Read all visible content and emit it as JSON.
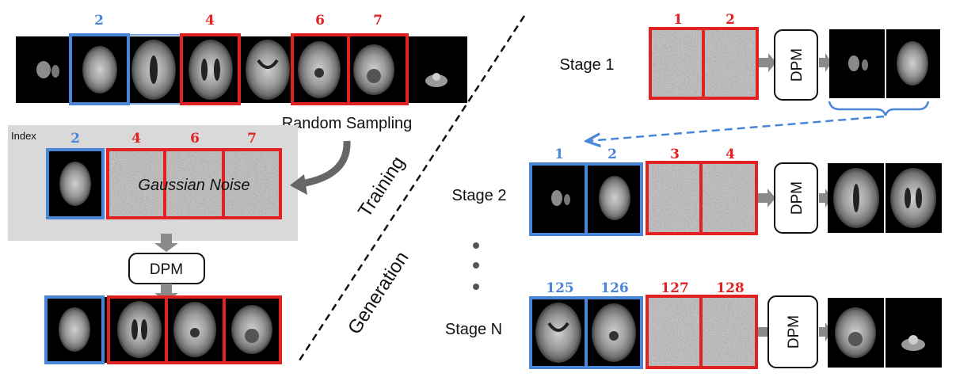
{
  "colors": {
    "known": "#4a86d8",
    "noise": "#e02222",
    "arrow": "#8a8a8a",
    "panel": "#d9d9d9"
  },
  "training": {
    "strip_indices": [
      "2",
      "4",
      "6",
      "7"
    ],
    "random_sampling": "Random Sampling",
    "index_label": "Index",
    "sample_indices": [
      "2",
      "4",
      "6",
      "7"
    ],
    "noise_label": "Gaussian Noise",
    "dpm": "DPM"
  },
  "diagonal": {
    "training": "Training",
    "generation": "Generation"
  },
  "stages": [
    {
      "label": "Stage 1",
      "known": [],
      "noise": [
        "1",
        "2"
      ],
      "dpm": "DPM"
    },
    {
      "label": "Stage 2",
      "known": [
        "1",
        "2"
      ],
      "noise": [
        "3",
        "4"
      ],
      "dpm": "DPM"
    },
    {
      "label": "Stage N",
      "known": [
        "125",
        "126"
      ],
      "noise": [
        "127",
        "128"
      ],
      "dpm": "DPM"
    }
  ]
}
